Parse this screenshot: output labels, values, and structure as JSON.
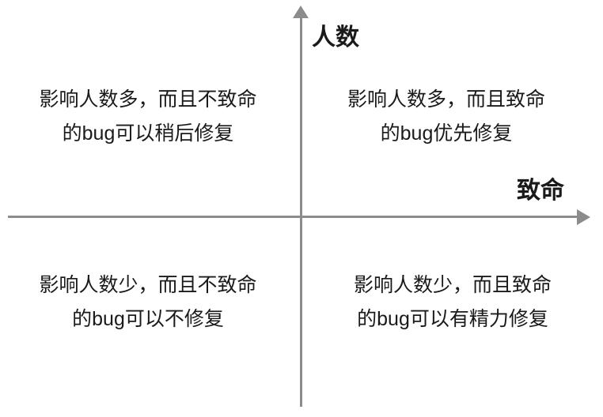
{
  "axes": {
    "y_label": "人数",
    "x_label": "致命"
  },
  "quadrants": {
    "top_left": "影响人数多，而且不致命\n的bug可以稍后修复",
    "top_right": "影响人数多，而且致命\n的bug优先修复",
    "bottom_left": "影响人数少，而且不致命\n的bug可以不修复",
    "bottom_right": "影响人数少，而且致命\n的bug可以有精力修复"
  },
  "colors": {
    "axis": "#8c8c8c",
    "text": "#1a1a1a",
    "background": "#ffffff"
  }
}
